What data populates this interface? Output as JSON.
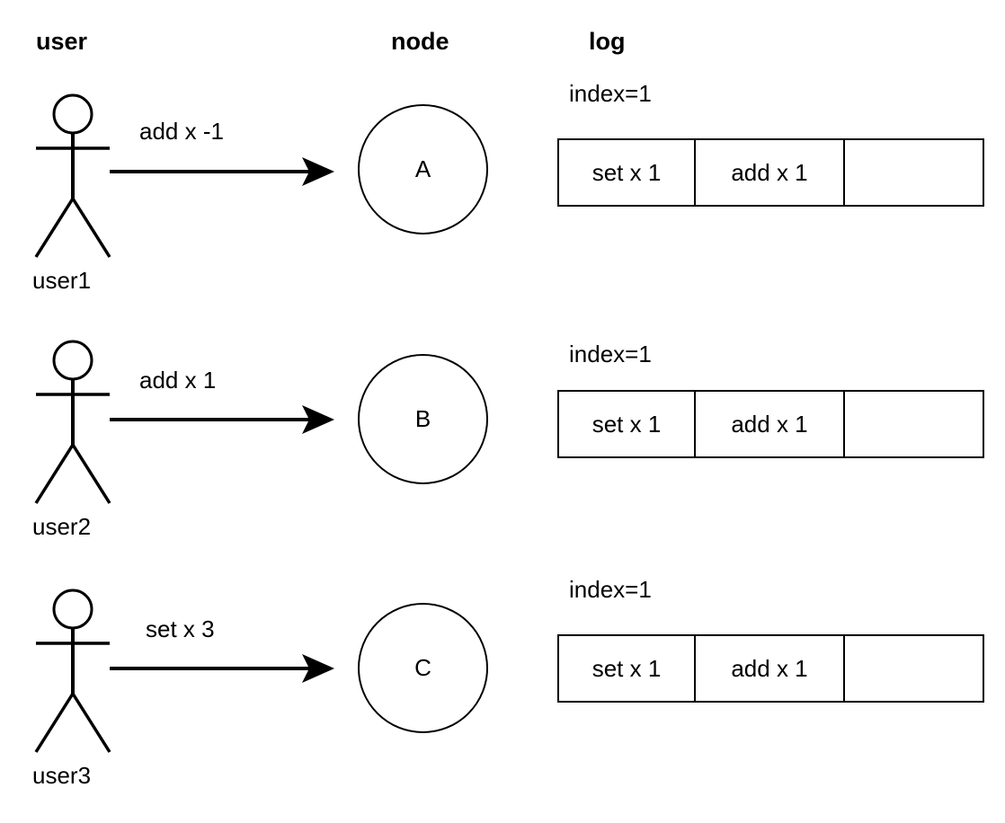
{
  "diagram": {
    "title": "user-node-log replication diagram",
    "stroke_color": "#000000",
    "background_color": "#ffffff",
    "headers": {
      "user": "user",
      "node": "node",
      "log": "log"
    },
    "rows": [
      {
        "actor_name": "user1",
        "actor_icon": "stick-figure-icon",
        "message": "add x -1",
        "arrow_icon": "arrow-right-icon",
        "node_label": "A",
        "index_label": "index=1",
        "log_cells": [
          "set x 1",
          "add x 1",
          ""
        ]
      },
      {
        "actor_name": "user2",
        "actor_icon": "stick-figure-icon",
        "message": "add x 1",
        "arrow_icon": "arrow-right-icon",
        "node_label": "B",
        "index_label": "index=1",
        "log_cells": [
          "set x 1",
          "add x 1",
          ""
        ]
      },
      {
        "actor_name": "user3",
        "actor_icon": "stick-figure-icon",
        "message": "set x 3",
        "arrow_icon": "arrow-right-icon",
        "node_label": "C",
        "index_label": "index=1",
        "log_cells": [
          "set x 1",
          "add x 1",
          ""
        ]
      }
    ]
  }
}
